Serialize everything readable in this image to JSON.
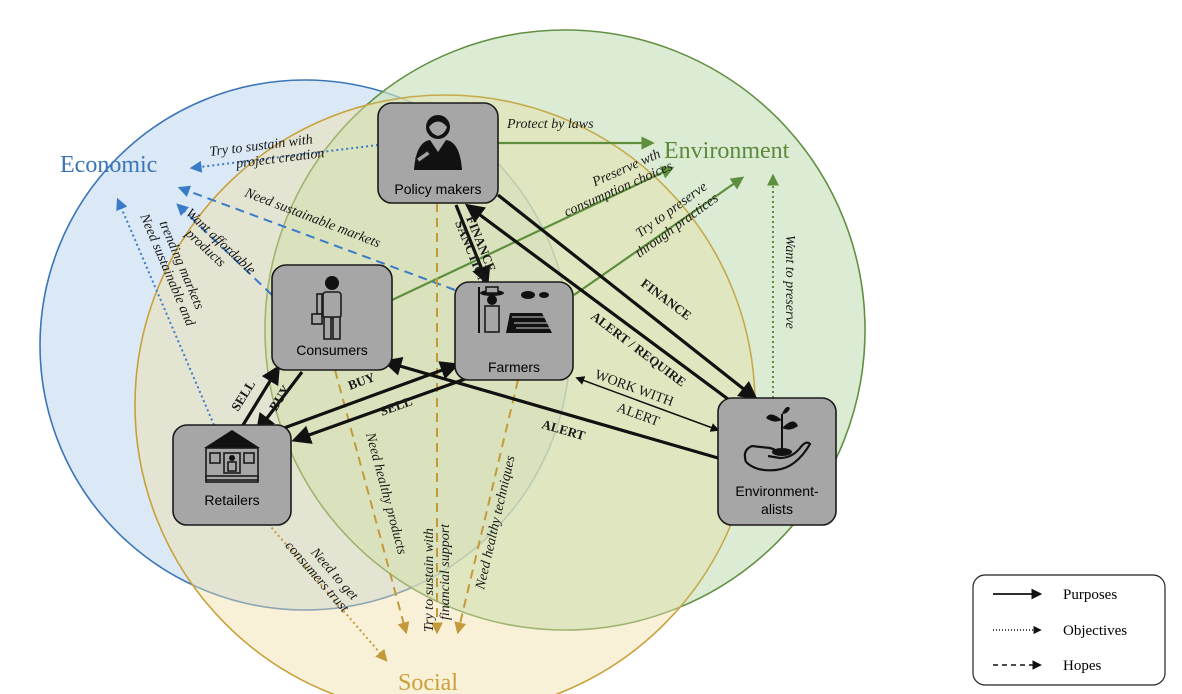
{
  "regions": {
    "economic": {
      "label": "Economic",
      "color": "#3a75b8"
    },
    "environment": {
      "label": "Environment",
      "color": "#5a8a3a"
    },
    "social": {
      "label": "Social",
      "color": "#c9a03a"
    }
  },
  "nodes": {
    "policy_makers": {
      "label": "Policy makers",
      "icon": "person-gavel-icon"
    },
    "consumers": {
      "label": "Consumers",
      "icon": "person-basket-icon"
    },
    "farmers": {
      "label": "Farmers",
      "icon": "farmer-field-icon"
    },
    "retailers": {
      "label": "Retailers",
      "icon": "shop-stall-icon"
    },
    "environmentalists": {
      "label_line1": "Environment-",
      "label_line2": "alists",
      "icon": "hand-plant-icon"
    }
  },
  "edge_labels": {
    "protect_by_laws": "Protect by laws",
    "sustain_project_1": "Try to sustain with",
    "sustain_project_2": "project creation",
    "preserve_consumption_1": "Preserve wth",
    "preserve_consumption_2": "consumption choices",
    "preserve_practices_1": "Try to preserve",
    "preserve_practices_2": "through practices",
    "need_sustainable_markets": "Need sustainable markets",
    "want_affordable_1": "Want affordable",
    "want_affordable_2": "products",
    "need_trending_1": "Need sustainable and",
    "need_trending_2": "trending markets",
    "want_to_preserve": "Want to preserve",
    "finance_sanction_1": "FINANCE",
    "finance_sanction_2": "SANCTION",
    "finance": "FINANCE",
    "alert_require": "ALERT / REQUIRE",
    "work_with": "WORK WITH",
    "alert_small": "ALERT",
    "alert_bold": "ALERT",
    "buy_consumers": "BUY",
    "sell_retailers": "SELL",
    "buy_farmers": "BUY",
    "sell_farmers": "SELL",
    "need_healthy_products": "Need healthy products",
    "sustain_financial_1": "Try to sustain with",
    "sustain_financial_2": "financial support",
    "need_healthy_techniques": "Need healthy techniques",
    "consumers_trust_1": "Need to get",
    "consumers_trust_2": "consumers trust"
  },
  "legend": {
    "purposes": "Purposes",
    "objectives": "Objectives",
    "hopes": "Hopes"
  },
  "colors": {
    "arrow_purpose": "#111111",
    "arrow_blue": "#3a7bc8",
    "arrow_green": "#5e8f3c",
    "arrow_gold": "#c39a3a"
  }
}
